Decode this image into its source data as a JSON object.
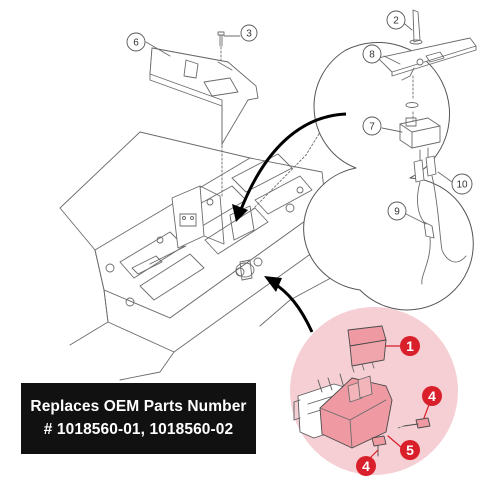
{
  "callouts_gray": [
    {
      "id": "callout-3",
      "label": "3"
    },
    {
      "id": "callout-6",
      "label": "6"
    },
    {
      "id": "callout-2",
      "label": "2"
    },
    {
      "id": "callout-8",
      "label": "8"
    },
    {
      "id": "callout-7",
      "label": "7"
    },
    {
      "id": "callout-10",
      "label": "10"
    },
    {
      "id": "callout-9",
      "label": "9"
    }
  ],
  "callouts_red": [
    {
      "id": "callout-red-1",
      "label": "1"
    },
    {
      "id": "callout-red-4a",
      "label": "4"
    },
    {
      "id": "callout-red-5",
      "label": "5"
    },
    {
      "id": "callout-red-4b",
      "label": "4"
    }
  ],
  "banner": {
    "line1": "Replaces OEM Parts Number",
    "line2": "# 1018560-01, 1018560-02"
  },
  "colors": {
    "accent_red": "#d81f2a",
    "highlight_pink": "#f3c4c8",
    "part_pink": "#ef9aa2",
    "line_gray": "#666666"
  }
}
